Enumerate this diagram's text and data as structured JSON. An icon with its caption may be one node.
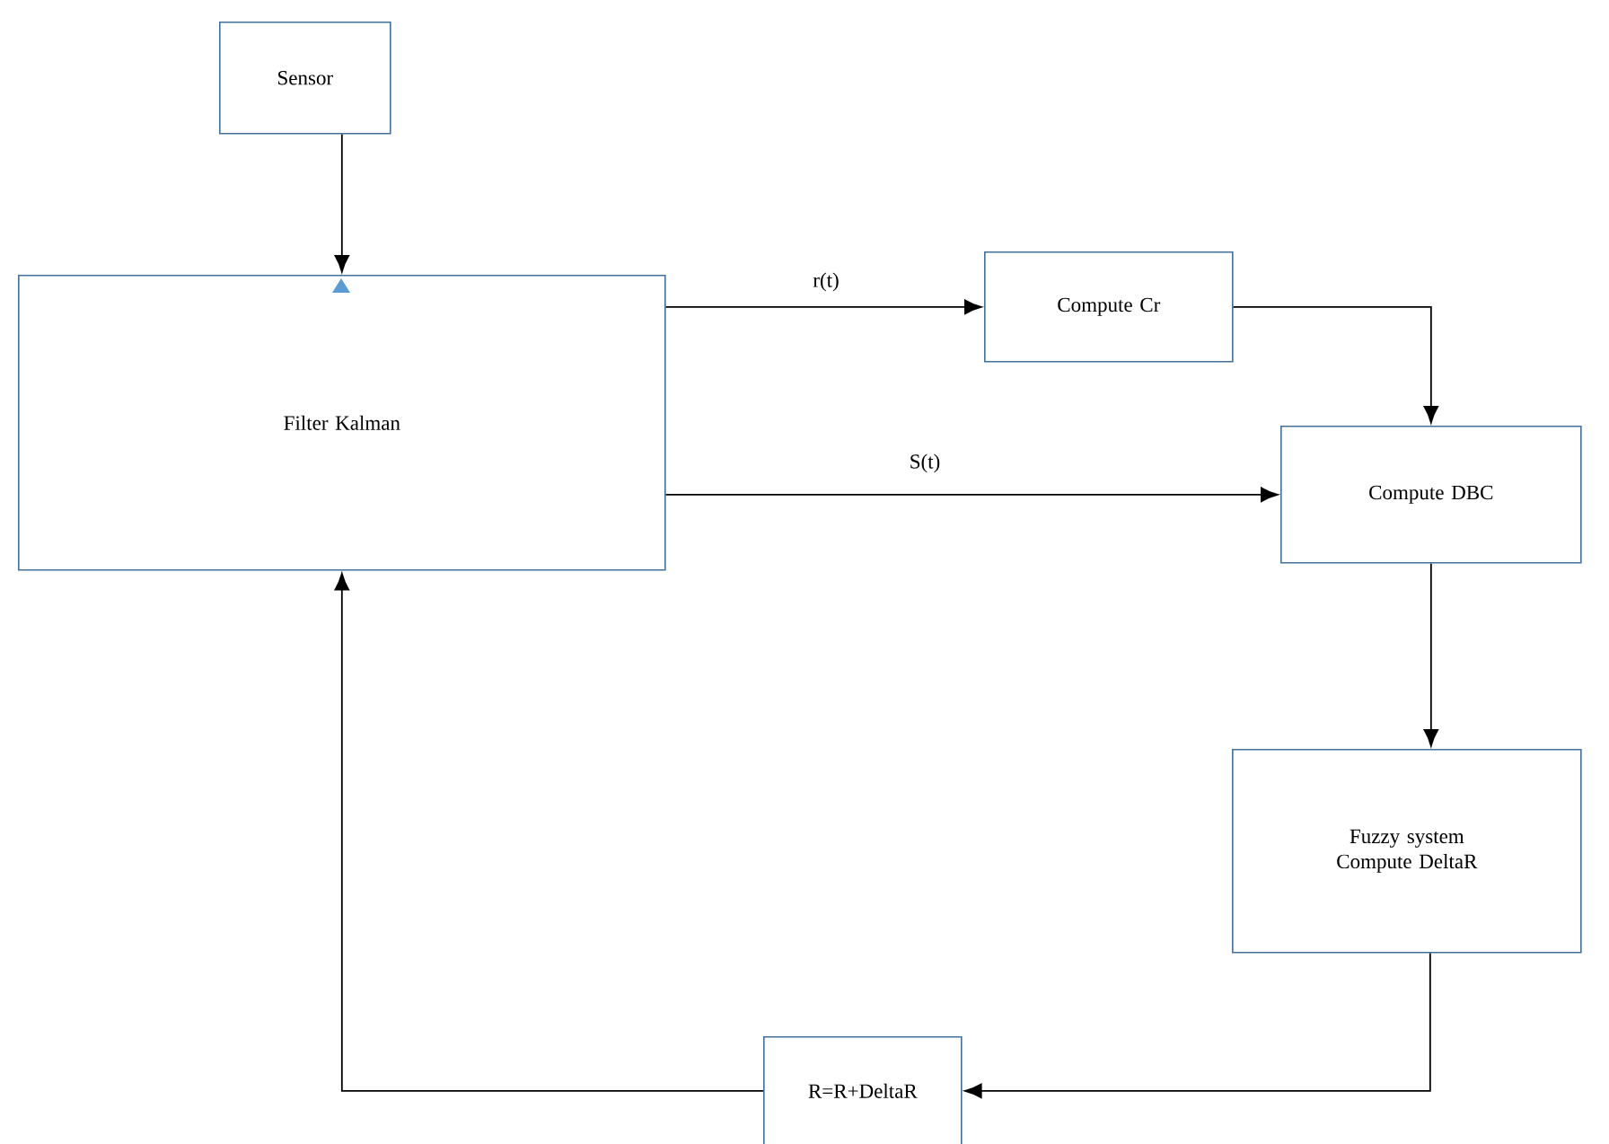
{
  "diagram": {
    "nodes": [
      {
        "text": [
          "Sensor"
        ]
      },
      {
        "text": [
          "Filter Kalman"
        ]
      },
      {
        "text": [
          "Compute Cr"
        ]
      },
      {
        "text": [
          "Compute DBC"
        ]
      },
      {
        "text": [
          "Fuzzy system Compute DeltaR"
        ]
      },
      {
        "text": [
          "R=R+DeltaR"
        ]
      }
    ],
    "edges": [
      {
        "from": 0,
        "to": 1,
        "arrow": "to"
      },
      {
        "from": 1,
        "to": 2,
        "arrow": "to",
        "label": "r(t)"
      },
      {
        "from": 2,
        "to": 3,
        "arrow": "to"
      },
      {
        "from": 1,
        "to": 3,
        "arrow": "to",
        "label": "S(t)"
      },
      {
        "from": 3,
        "to": 4,
        "arrow": "to"
      },
      {
        "from": 4,
        "to": 5,
        "arrow": "to"
      },
      {
        "from": 5,
        "to": 1,
        "arrow": "to"
      }
    ]
  }
}
